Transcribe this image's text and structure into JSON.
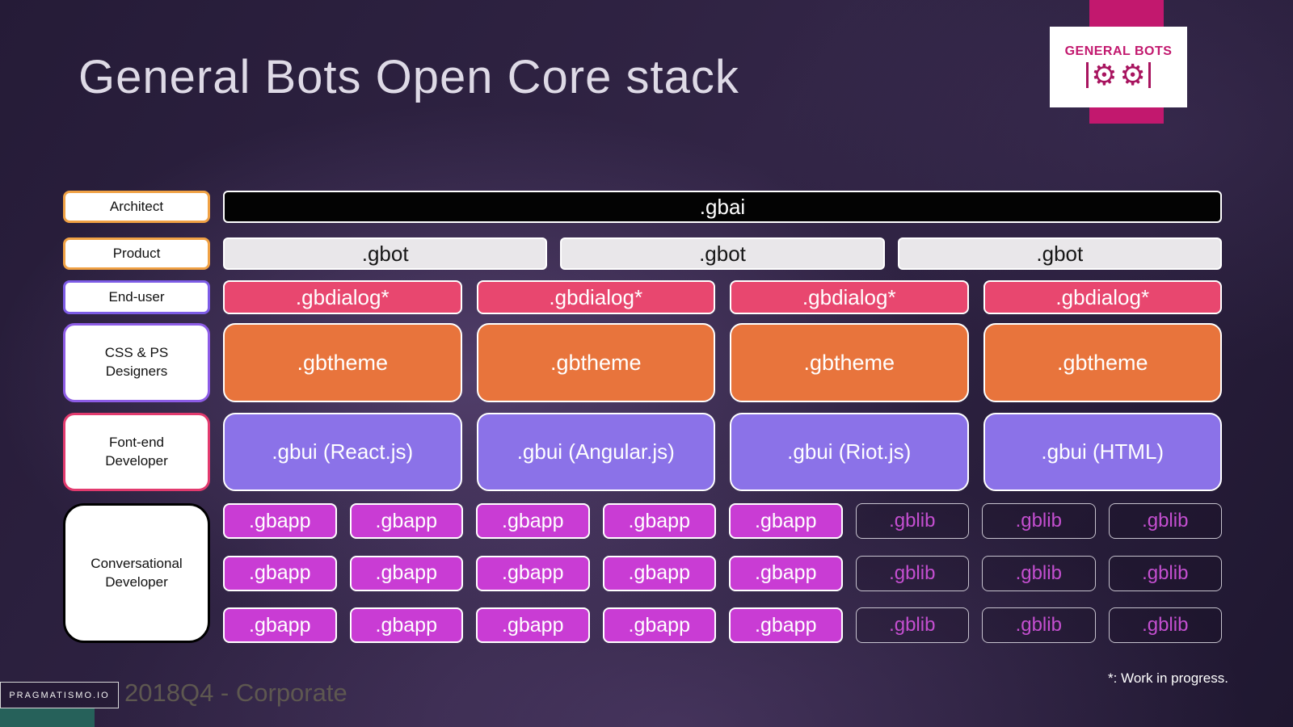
{
  "title": "General Bots Open Core stack",
  "logo": {
    "brand": "GENERAL BOTS"
  },
  "labels": {
    "architect": "Architect",
    "product": "Product",
    "end_user": "End-user",
    "designers": "CSS & PS Designers",
    "frontend": "Font-end Developer",
    "conversational": "Conversational Developer"
  },
  "stack": {
    "gbai": ".gbai",
    "gbot": [
      ".gbot",
      ".gbot",
      ".gbot"
    ],
    "gbdialog": [
      ".gbdialog*",
      ".gbdialog*",
      ".gbdialog*",
      ".gbdialog*"
    ],
    "gbtheme": [
      ".gbtheme",
      ".gbtheme",
      ".gbtheme",
      ".gbtheme"
    ],
    "gbui": [
      ".gbui (React.js)",
      ".gbui (Angular.js)",
      ".gbui (Riot.js)",
      ".gbui (HTML)"
    ],
    "app_rows": [
      {
        "apps": [
          ".gbapp",
          ".gbapp",
          ".gbapp",
          ".gbapp",
          ".gbapp"
        ],
        "libs": [
          ".gblib",
          ".gblib",
          ".gblib"
        ]
      },
      {
        "apps": [
          ".gbapp",
          ".gbapp",
          ".gbapp",
          ".gbapp",
          ".gbapp"
        ],
        "libs": [
          ".gblib",
          ".gblib",
          ".gblib"
        ]
      },
      {
        "apps": [
          ".gbapp",
          ".gbapp",
          ".gbapp",
          ".gbapp",
          ".gbapp"
        ],
        "libs": [
          ".gblib",
          ".gblib",
          ".gblib"
        ]
      }
    ]
  },
  "footer": {
    "brand": "PRAGMATISMO.IO",
    "caption": "2018Q4 - Corporate",
    "note": "*: Work in progress."
  },
  "colors": {
    "gbai": "#030303",
    "gbot": "#e9e7ea",
    "gbdialog": "#e8476f",
    "gbtheme": "#e8743c",
    "gbui": "#8b72e8",
    "gbapp": "#c93cd4",
    "gblib_text": "#c44fd0",
    "label_orange": "#f0a144",
    "label_purple": "#7d5ce6",
    "label_pink": "#e23a6e",
    "label_black": "#000000",
    "ribbon_magenta": "#c2186e",
    "teal_corner": "#26615a"
  }
}
